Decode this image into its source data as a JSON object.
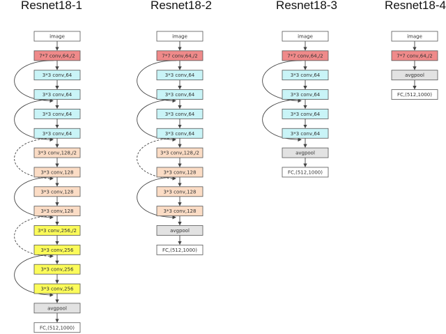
{
  "colors": {
    "input": "#ffffff",
    "stem": "#ef8a8a",
    "stage1": "#c9f4f7",
    "stage2": "#fbdcc5",
    "stage3": "#fbfb5a",
    "pool": "#e2e2e2",
    "fc": "#ffffff",
    "edge": "#444444"
  },
  "columns": [
    {
      "title": "Resnet18-1",
      "blocks": [
        {
          "label": "image",
          "kind": "input"
        },
        {
          "label": "7*7 conv,64,/2",
          "kind": "stem"
        },
        {
          "label": "3*3 conv,64",
          "kind": "stage1"
        },
        {
          "label": "3*3 conv,64",
          "kind": "stage1"
        },
        {
          "label": "3*3 conv,64",
          "kind": "stage1"
        },
        {
          "label": "3*3 conv,64",
          "kind": "stage1"
        },
        {
          "label": "3*3 conv,128,/2",
          "kind": "stage2"
        },
        {
          "label": "3*3 conv,128",
          "kind": "stage2"
        },
        {
          "label": "3*3 conv,128",
          "kind": "stage2"
        },
        {
          "label": "3*3 conv,128",
          "kind": "stage2"
        },
        {
          "label": "3*3 conv,256,/2",
          "kind": "stage3"
        },
        {
          "label": "3*3 conv,256",
          "kind": "stage3"
        },
        {
          "label": "3*3 conv,256",
          "kind": "stage3"
        },
        {
          "label": "3*3 conv,256",
          "kind": "stage3"
        },
        {
          "label": "avgpool",
          "kind": "pool"
        },
        {
          "label": "FC,(512,1000)",
          "kind": "fc"
        }
      ],
      "skips": [
        {
          "from": 1,
          "to": 3,
          "dashed": false
        },
        {
          "from": 3,
          "to": 5,
          "dashed": false
        },
        {
          "from": 5,
          "to": 7,
          "dashed": true
        },
        {
          "from": 7,
          "to": 9,
          "dashed": false
        },
        {
          "from": 9,
          "to": 11,
          "dashed": true
        },
        {
          "from": 11,
          "to": 13,
          "dashed": false
        }
      ]
    },
    {
      "title": "Resnet18-2",
      "blocks": [
        {
          "label": "image",
          "kind": "input"
        },
        {
          "label": "7*7 conv,64,/2",
          "kind": "stem"
        },
        {
          "label": "3*3 conv,64",
          "kind": "stage1"
        },
        {
          "label": "3*3 conv,64",
          "kind": "stage1"
        },
        {
          "label": "3*3 conv,64",
          "kind": "stage1"
        },
        {
          "label": "3*3 conv,64",
          "kind": "stage1"
        },
        {
          "label": "3*3 conv,128,/2",
          "kind": "stage2"
        },
        {
          "label": "3*3 conv,128",
          "kind": "stage2"
        },
        {
          "label": "3*3 conv,128",
          "kind": "stage2"
        },
        {
          "label": "3*3 conv,128",
          "kind": "stage2"
        },
        {
          "label": "avgpool",
          "kind": "pool"
        },
        {
          "label": "FC,(512,1000)",
          "kind": "fc"
        }
      ],
      "skips": [
        {
          "from": 1,
          "to": 3,
          "dashed": false
        },
        {
          "from": 3,
          "to": 5,
          "dashed": false
        },
        {
          "from": 5,
          "to": 7,
          "dashed": true
        },
        {
          "from": 7,
          "to": 9,
          "dashed": false
        }
      ]
    },
    {
      "title": "Resnet18-3",
      "blocks": [
        {
          "label": "image",
          "kind": "input"
        },
        {
          "label": "7*7 conv,64,/2",
          "kind": "stem"
        },
        {
          "label": "3*3 conv,64",
          "kind": "stage1"
        },
        {
          "label": "3*3 conv,64",
          "kind": "stage1"
        },
        {
          "label": "3*3 conv,64",
          "kind": "stage1"
        },
        {
          "label": "3*3 conv,64",
          "kind": "stage1"
        },
        {
          "label": "avgpool",
          "kind": "pool"
        },
        {
          "label": "FC,(512,1000)",
          "kind": "fc"
        }
      ],
      "skips": [
        {
          "from": 1,
          "to": 3,
          "dashed": false
        },
        {
          "from": 3,
          "to": 5,
          "dashed": false
        }
      ]
    },
    {
      "title": "Resnet18-4",
      "blocks": [
        {
          "label": "image",
          "kind": "input"
        },
        {
          "label": "7*7 conv,64,/2",
          "kind": "stem"
        },
        {
          "label": "avgpool",
          "kind": "pool"
        },
        {
          "label": "FC,(512,1000)",
          "kind": "fc"
        }
      ],
      "skips": []
    }
  ]
}
